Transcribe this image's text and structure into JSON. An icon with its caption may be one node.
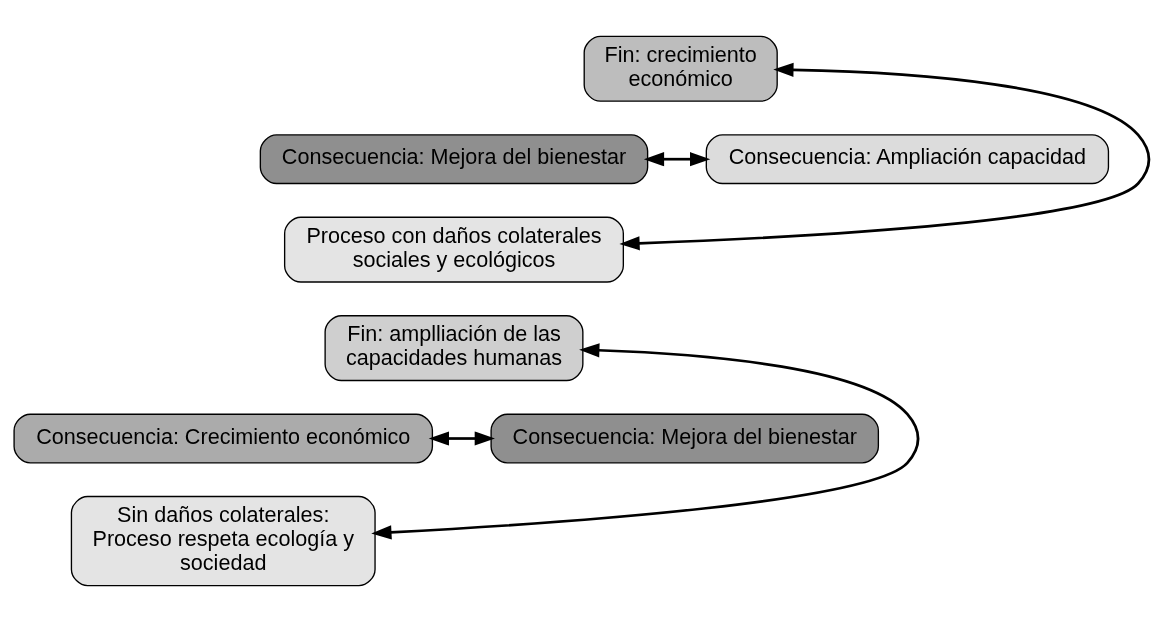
{
  "diagram": {
    "nodes": [
      {
        "text": [
          "Fin: crecimiento económico"
        ]
      },
      {
        "text": [
          "Consecuencia: Mejora del bienestar"
        ]
      },
      {
        "text": [
          "Consecuencia: Ampliación capacidad"
        ]
      },
      {
        "text": [
          "Proceso con daños colaterales sociales y ecológicos"
        ]
      },
      {
        "text": [
          "Fin: amplliación de las capacidades humanas"
        ]
      },
      {
        "text": [
          "Consecuencia: Crecimiento económico"
        ]
      },
      {
        "text": [
          "Consecuencia: Mejora del bienestar"
        ]
      },
      {
        "text": [
          "Sin daños colaterales: Proceso respeta ecología y sociedad"
        ]
      }
    ],
    "edges": [
      {
        "from": 1,
        "to": 2,
        "arrow": "both"
      },
      {
        "from": 3,
        "to": 0,
        "arrow": "both"
      },
      {
        "from": 5,
        "to": 6,
        "arrow": "both"
      },
      {
        "from": 7,
        "to": 4,
        "arrow": "both"
      }
    ]
  }
}
